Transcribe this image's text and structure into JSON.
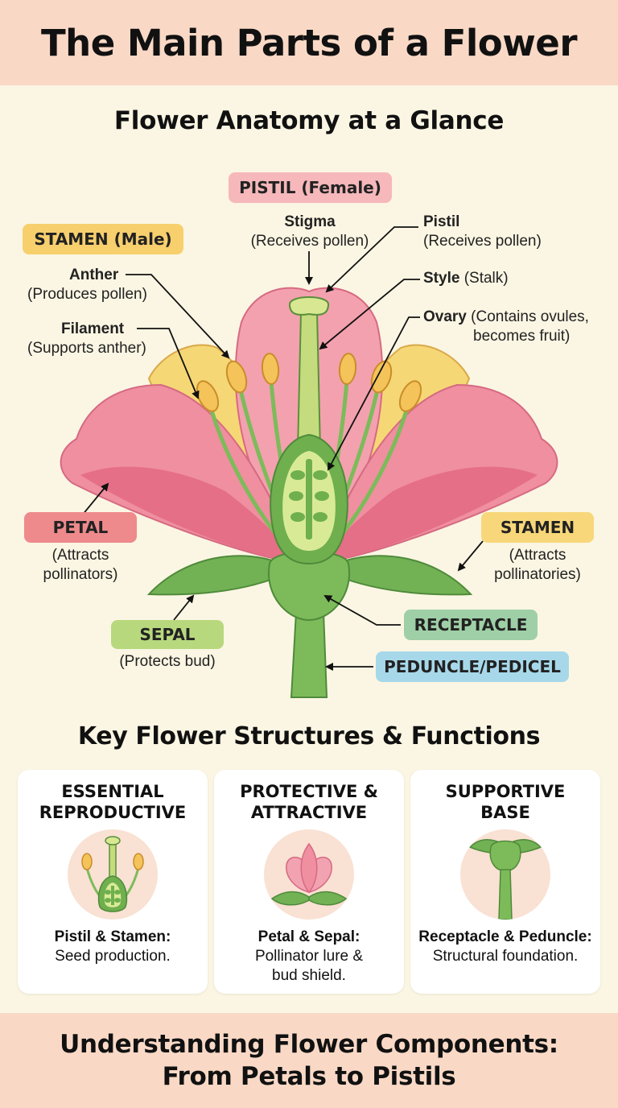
{
  "header": {
    "title": "The Main Parts of a Flower"
  },
  "subtitle": "Flower Anatomy at a Glance",
  "diagram": {
    "pistil_badge": "PISTIL (Female)",
    "stamen_badge": "STAMEN (Male)",
    "stigma": {
      "name": "Stigma",
      "desc": "(Receives pollen)"
    },
    "pistil": {
      "name": "Pistil",
      "desc": "(Receives pollen)"
    },
    "anther": {
      "name": "Anther",
      "desc": "(Produces pollen)"
    },
    "style": {
      "name": "Style",
      "desc": "(Stalk)"
    },
    "filament": {
      "name": "Filament",
      "desc": "(Supports anther)"
    },
    "ovary": {
      "name": "Ovary",
      "desc1": "(Contains ovules,",
      "desc2": "becomes fruit)"
    },
    "petal": {
      "badge": "PETAL",
      "desc1": "(Attracts",
      "desc2": "pollinators)"
    },
    "stamen": {
      "badge": "STAMEN",
      "desc1": "(Attracts",
      "desc2": "pollinatories)"
    },
    "sepal": {
      "badge": "SEPAL",
      "desc": "(Protects bud)"
    },
    "receptacle": {
      "badge": "RECEPTACLE"
    },
    "peduncle": {
      "badge": "PEDUNCLE/PEDICEL"
    }
  },
  "section_title": "Key Flower Structures & Functions",
  "cards": [
    {
      "title1": "ESSENTIAL",
      "title2": "REPRODUCTIVE",
      "bold": "Pistil & Stamen:",
      "text1": "Seed production.",
      "text2": ""
    },
    {
      "title1": "PROTECTIVE &",
      "title2": "ATTRACTIVE",
      "bold": "Petal & Sepal:",
      "text1": "Pollinator lure &",
      "text2": "bud shield."
    },
    {
      "title1": "SUPPORTIVE",
      "title2": "BASE",
      "bold": "Receptacle & Peduncle:",
      "text1": "Structural foundation.",
      "text2": ""
    }
  ],
  "footer": {
    "line1": "Understanding Flower Components:",
    "line2": "From Petals to Pistils"
  },
  "colors": {
    "header_bg": "#f9d9c6",
    "page_bg": "#fbf6e3",
    "pistil_badge": "#f6b8bb",
    "stamen_badge": "#f7cf6d",
    "petal_badge": "#ee8a8c",
    "stamen_right_badge": "#f8d77a",
    "sepal_badge": "#b8d87e",
    "receptacle_badge": "#9fcfa6",
    "peduncle_badge": "#a7d8ea",
    "petal_pink": "#ef8fa0",
    "petal_yellow": "#f6d775",
    "green": "#7dbb5a"
  }
}
